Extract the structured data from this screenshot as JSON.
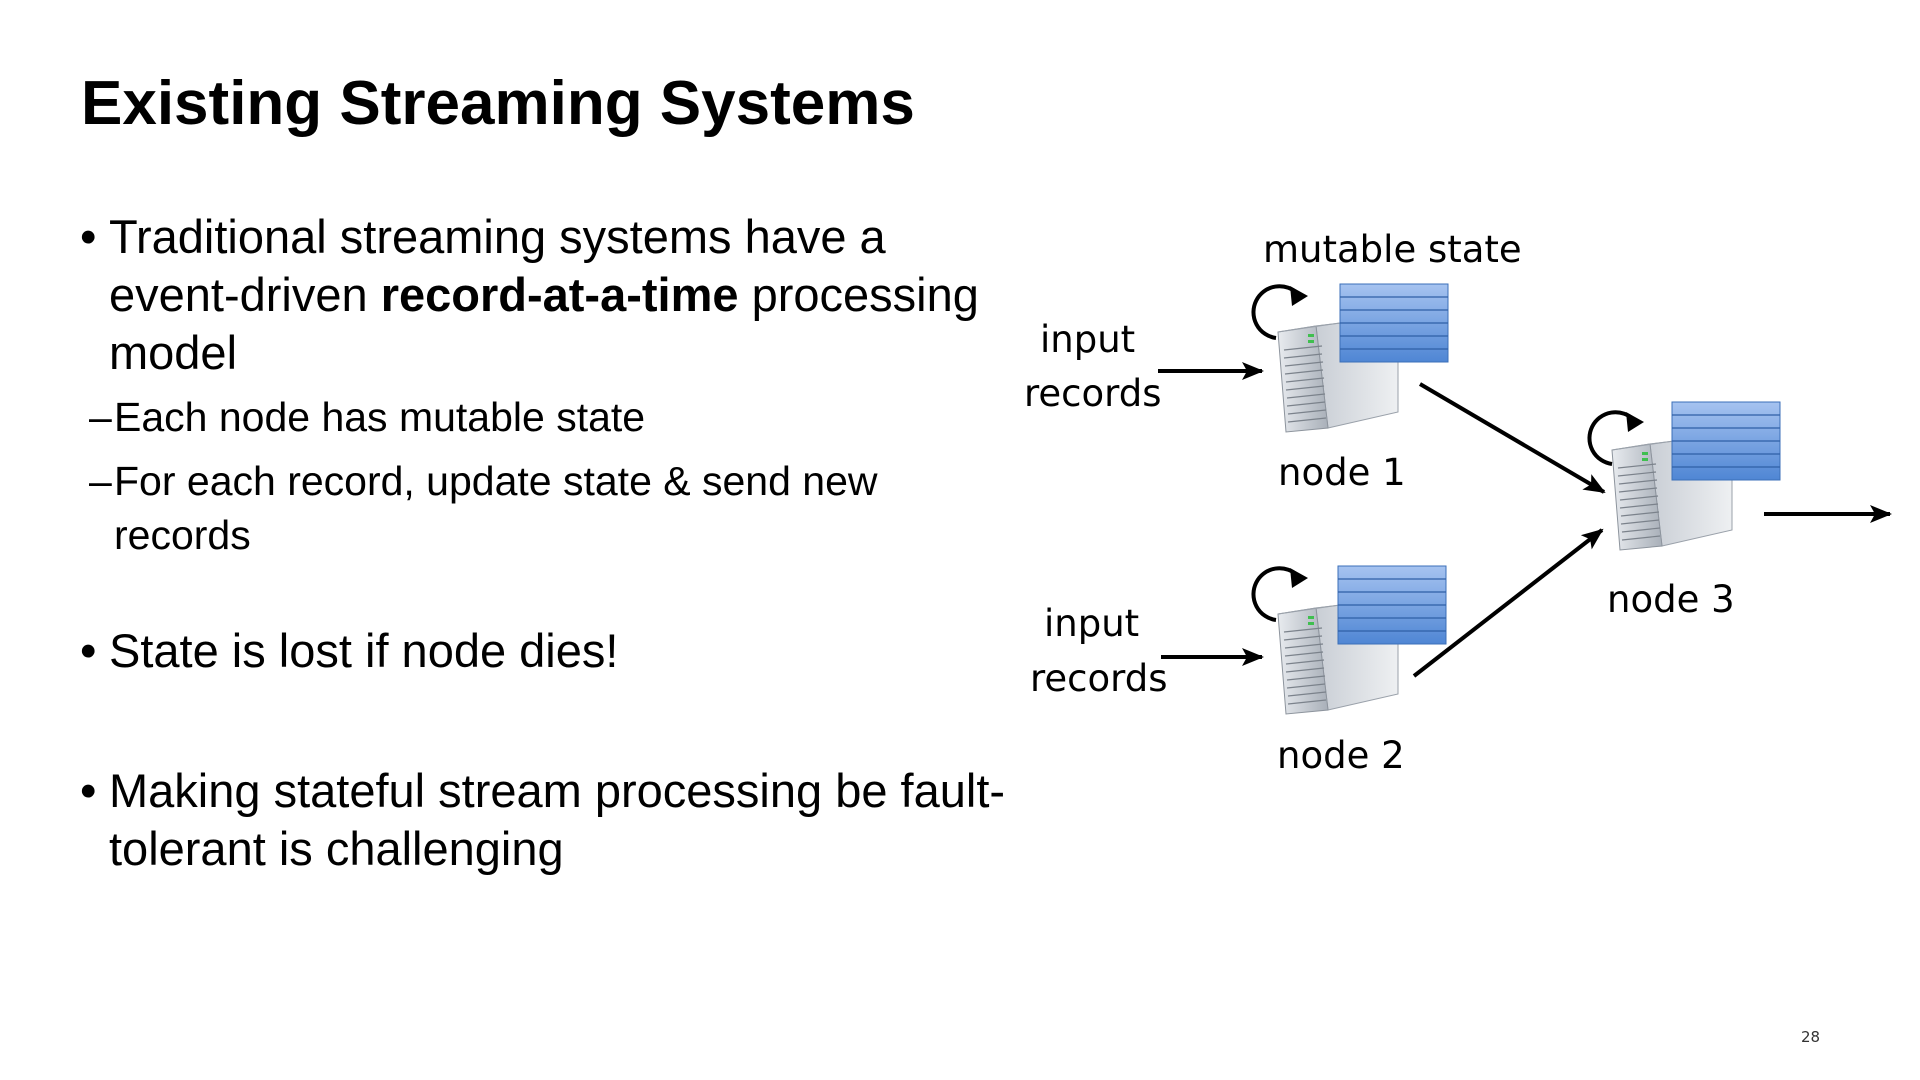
{
  "slide": {
    "title": "Existing Streaming Systems",
    "page_number": "28"
  },
  "bullets": [
    {
      "line1": "Traditional streaming systems have a",
      "line2_pre": "event-driven ",
      "line2_bold": "record-at-a-time",
      "line2_post": " processing",
      "line3": "model",
      "subs": [
        {
          "dash": "–",
          "text": "Each node has mutable state"
        },
        {
          "dash": "–",
          "text_line1": "For each record, update state & send new",
          "text_line2": "records"
        }
      ]
    },
    {
      "text": "State is lost if node dies!"
    },
    {
      "line1": "Making stateful stream processing be fault-",
      "line2": "tolerant is challenging"
    }
  ],
  "bullet_glyph": "•",
  "diagram": {
    "mutable_state_label": "mutable state",
    "input_label_1_line1": "input",
    "input_label_1_line2": "records",
    "input_label_2_line1": "input",
    "input_label_2_line2": "records",
    "node1_label": "node 1",
    "node2_label": "node 2",
    "node3_label": "node 3",
    "icons": [
      "server-icon",
      "refresh-arrow-icon",
      "state-stack-icon",
      "arrow-icon"
    ],
    "colors": {
      "state_fill": "#5b8fd6",
      "state_light": "#8fb4ea",
      "server_gray": "#b8bec6"
    }
  }
}
